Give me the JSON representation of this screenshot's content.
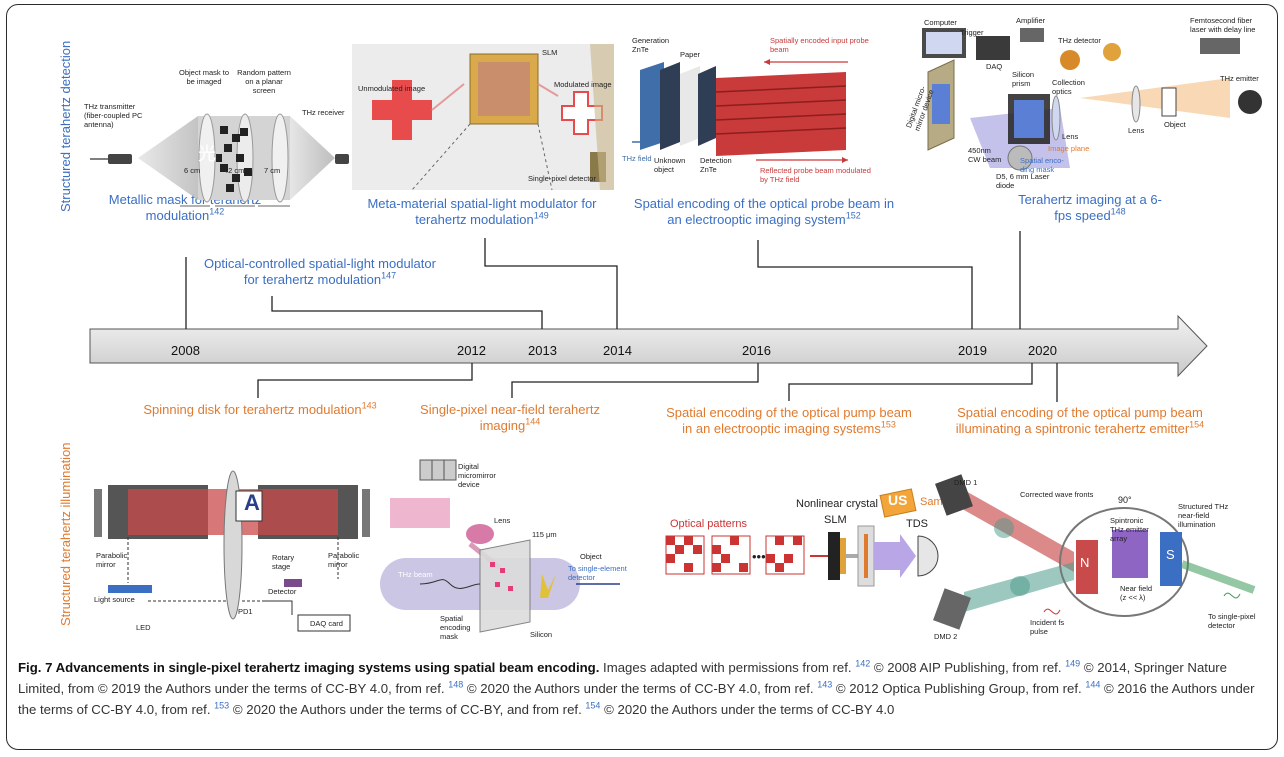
{
  "side_labels": {
    "top": "Structured terahertz detection",
    "bottom": "Structured terahertz illumination"
  },
  "timeline_years": [
    "2008",
    "2012",
    "2013",
    "2014",
    "2016",
    "2019",
    "2020"
  ],
  "top_milestones": [
    {
      "text": "Metallic mask for terahertz modulation",
      "ref": "142"
    },
    {
      "text": "Optical-controlled spatial-light modulator for terahertz modulation",
      "ref": "147"
    },
    {
      "text": "Meta-material spatial-light modulator for terahertz modulation",
      "ref": "149"
    },
    {
      "text": "Spatial encoding of the optical probe beam in an electrooptic imaging system",
      "ref": "152"
    },
    {
      "text": "Terahertz imaging at a 6-fps speed",
      "ref": "148"
    }
  ],
  "bottom_milestones": [
    {
      "text": "Spinning disk for terahertz modulation",
      "ref": "143"
    },
    {
      "text": "Single-pixel near-field terahertz imaging",
      "ref": "144"
    },
    {
      "text": "Spatial encoding of the optical pump beam in an electrooptic imaging systems",
      "ref": "153"
    },
    {
      "text": "Spatial encoding of the optical pump beam illuminating a spintronic terahertz emitter",
      "ref": "154"
    }
  ],
  "panel_labels": {
    "p1": {
      "thz_transmitter": "THz transmitter (fiber-coupled PC antenna)",
      "object_mask": "Object mask to be imaged",
      "random_pattern": "Random pattern on a planar screen",
      "thz_receiver": "THz receiver",
      "d1": "6 cm",
      "d2": "42 cm",
      "d3": "7 cm",
      "glyph": "光"
    },
    "p2": {
      "unmodulated": "Unmodulated image",
      "slm": "SLM",
      "modulated": "Modulated image",
      "detector": "Single-pixel detector"
    },
    "p3": {
      "generation": "Generation ZnTe",
      "paper": "Paper",
      "thz_field": "THz field",
      "unknown": "Unknown object",
      "detection": "Detection ZnTe",
      "input_probe": "Spatially encoded input probe beam",
      "reflected": "Reflected probe beam modulated by THz field"
    },
    "p4": {
      "computer": "Computer",
      "amplifier": "Amplifier",
      "thz_detector": "THz detector",
      "femto": "Femtosecond fiber laser with delay line",
      "trigger": "Trigger",
      "daq": "DAQ",
      "silicon_prism": "Silicon prism",
      "collection": "Collection optics",
      "dmd": "Digital micro-mirror device",
      "lens1": "Lens",
      "lens2": "Lens",
      "object": "Object",
      "thz_emitter": "THz emitter",
      "image_plane": "Image plane",
      "mask": "Spatial enco-ding mask",
      "cw": "450nm CW beam",
      "diode": "D5, 6 mm Laser diode"
    },
    "p5": {
      "parabolic_left": "Parabolic mirror",
      "parabolic_right": "Parabolic mirror",
      "rotary": "Rotary stage",
      "light_source": "Light source",
      "detector": "Detector",
      "led": "LED",
      "pd1": "PD1",
      "daq": "DAQ card",
      "glyph": "A"
    },
    "p6": {
      "dmd": "Digital micromirror device",
      "lens": "Lens",
      "size": "115 μm",
      "object": "Object",
      "thz_beam": "THz beam",
      "to_detector": "To single-element detector",
      "mask": "Spatial encoding mask",
      "silicon": "Silicon"
    },
    "p7": {
      "crystal": "Nonlinear crystal",
      "sample": "Sample",
      "logo": "US",
      "patterns": "Optical patterns",
      "dots": "•••",
      "slm": "SLM",
      "tds": "TDS"
    },
    "p8": {
      "dmd1": "DMD 1",
      "dmd2": "DMD 2",
      "wavefront": "Corrected wave fronts",
      "angle": "90°",
      "array": "Spintronic THz emitter array",
      "structured": "Structured THz near-field illumination",
      "incident": "Incident fs pulse",
      "near": "Near field (z << λ)",
      "to_det": "To single-pixel detector",
      "n": "N",
      "s": "S"
    }
  },
  "caption": {
    "title": "Fig. 7 Advancements in single-pixel terahertz imaging systems using spatial beam encoding.",
    "segments": [
      {
        "t": " Images adapted with permissions from ref. "
      },
      {
        "r": "142"
      },
      {
        "t": " © 2008 AIP Publishing, from ref. "
      },
      {
        "r": "149"
      },
      {
        "t": " © 2014, Springer Nature Limited, from © 2019 the Authors under the terms of CC-BY 4.0, from ref. "
      },
      {
        "r": "148"
      },
      {
        "t": " © 2020 the Authors under the terms of CC-BY 4.0, from ref. "
      },
      {
        "r": "143"
      },
      {
        "t": " © 2012 Optica Publishing Group, from ref. "
      },
      {
        "r": "144"
      },
      {
        "t": " © 2016 the Authors under the terms of CC-BY 4.0, from ref. "
      },
      {
        "r": "153"
      },
      {
        "t": " © 2020 the Authors under the terms of CC-BY, and from ref. "
      },
      {
        "r": "154"
      },
      {
        "t": " © 2020 the Authors under the terms of CC-BY 4.0"
      }
    ]
  },
  "colors": {
    "blue": "#3a6fc4",
    "orange": "#e07a2e",
    "arrow_fill": "#e3e3e3"
  }
}
